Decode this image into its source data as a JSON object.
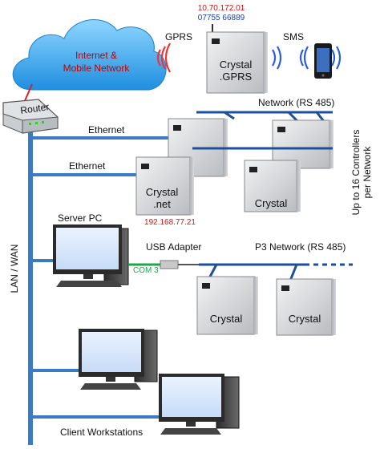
{
  "cloud": {
    "line1": "Internet &",
    "line2": "Mobile Network"
  },
  "router": {
    "label": "Router"
  },
  "lan": {
    "label": "LAN / WAN"
  },
  "links": {
    "gprs": "GPRS",
    "sms": "SMS",
    "ethernet1": "Ethernet",
    "ethernet2": "Ethernet",
    "usb_adapter": "USB Adapter",
    "com": "COM 3",
    "network_rs485": "Network (RS 485)",
    "p3_network": "P3 Network (RS 485)",
    "up_to_1": "Up to 16 Controllers",
    "up_to_2": "per Network"
  },
  "gprs_unit": {
    "ip": "10.70.172.01",
    "phone": "07755 66889",
    "name1": "Crystal",
    "name2": ".GPRS"
  },
  "net_unit": {
    "name1": "Crystal",
    "name2": ".net",
    "ip": "192.168.77.21"
  },
  "crystal_units": {
    "c1": "Crystal",
    "c2": "Crystal",
    "c3": "Crystal"
  },
  "server": {
    "label": "Server PC"
  },
  "clients": {
    "label": "Client Workstations"
  },
  "colors": {
    "lan": "#3b7bc4",
    "net": "#1d4f9a",
    "ip": "#e01010",
    "phone": "#1a3fb0",
    "com": "#1aa84a"
  }
}
